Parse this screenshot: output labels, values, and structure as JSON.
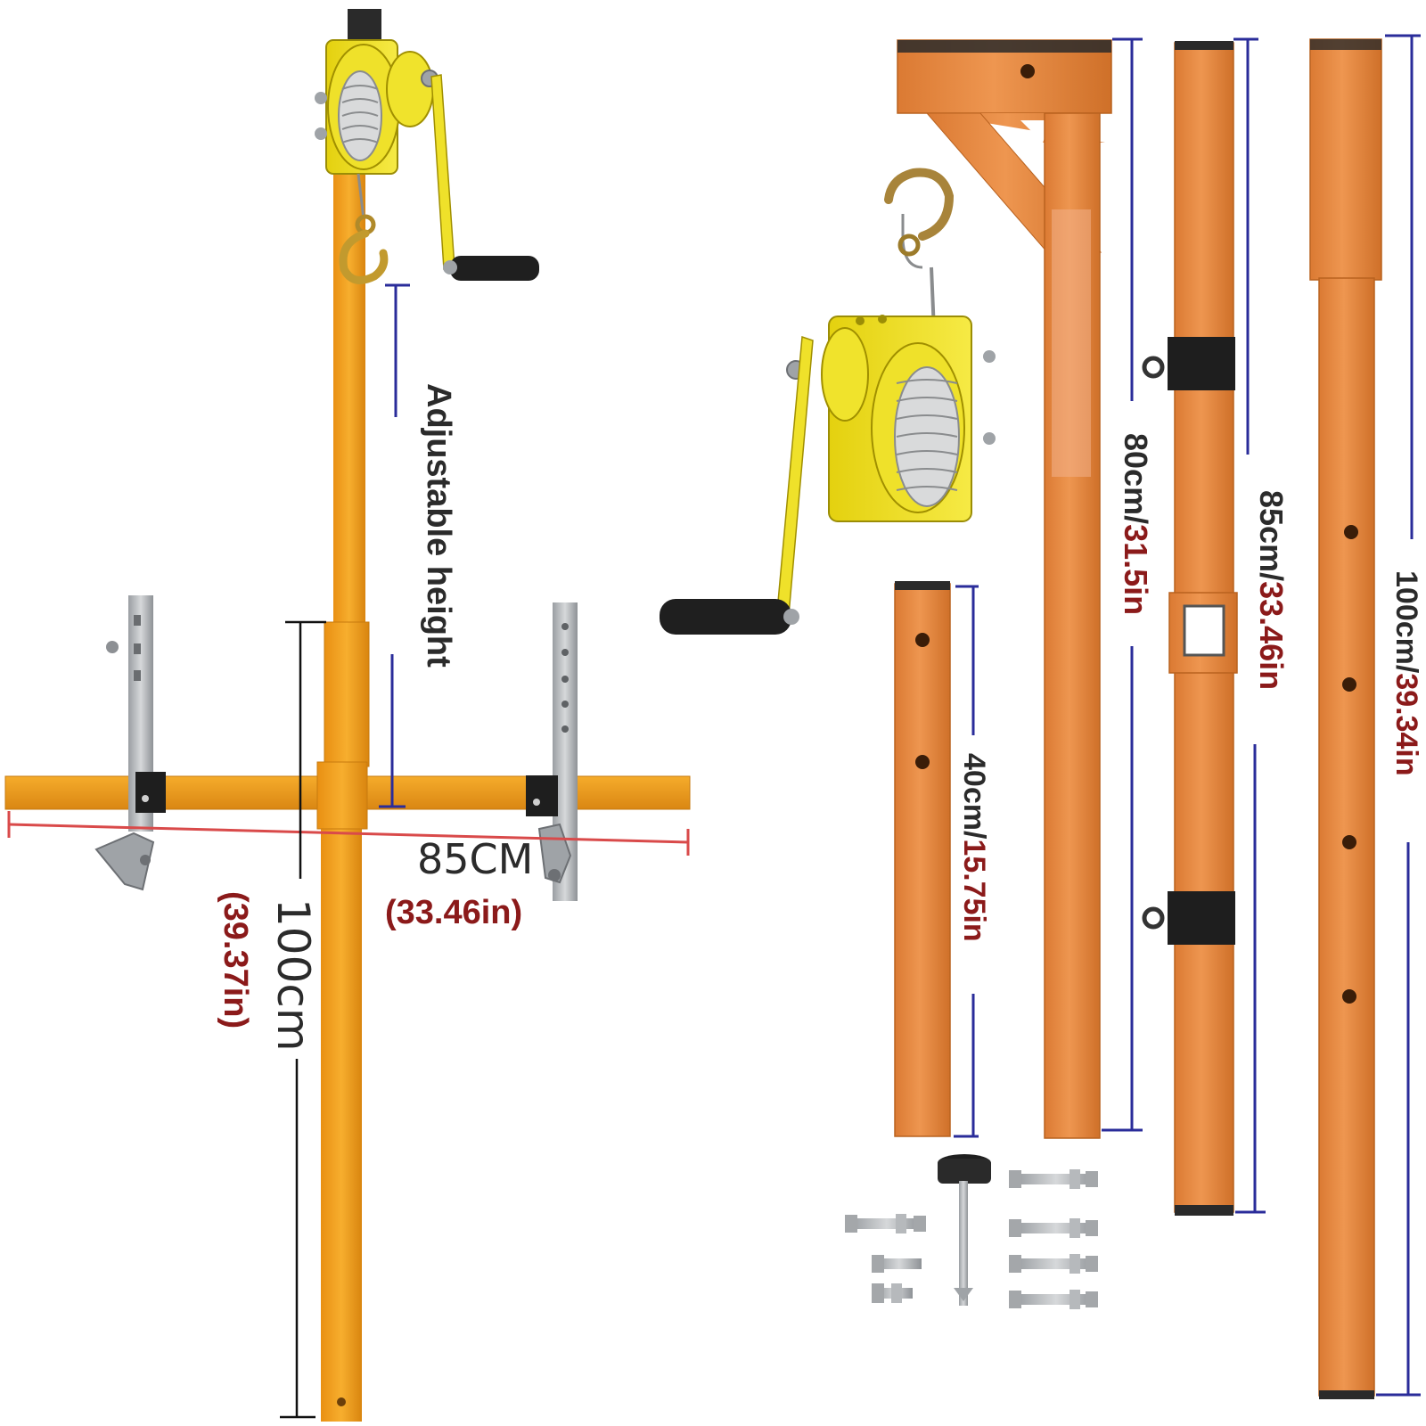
{
  "labels": {
    "adjustable_height": "Adjustable height",
    "crossbar_cm": "85CM",
    "crossbar_in": "(33.46in)",
    "mast_cm": "100cm",
    "mast_in": "(39.37in)",
    "arm_cm": "80cm/",
    "arm_in": "31.5in",
    "post_cm": "85cm/",
    "post_in": "33.46in",
    "ext_cm": "100cm/",
    "ext_in": "39.34in",
    "short_cm": "40cm/",
    "short_in": "15.75in"
  },
  "colors": {
    "yellow_steel": "#F3A21F",
    "orange_steel": "#E6893E",
    "winch_yellow": "#F2E21F",
    "dim_blue": "#2A2C9A",
    "dim_red": "#D94A4A",
    "inch_text": "#8B1A1A",
    "black_part": "#222222",
    "galvanized": "#B8BBBE"
  },
  "icons": {
    "hook": "hook-icon",
    "winch": "winch-icon",
    "crank_handle": "crank-handle-icon",
    "bolt": "bolt-icon"
  }
}
